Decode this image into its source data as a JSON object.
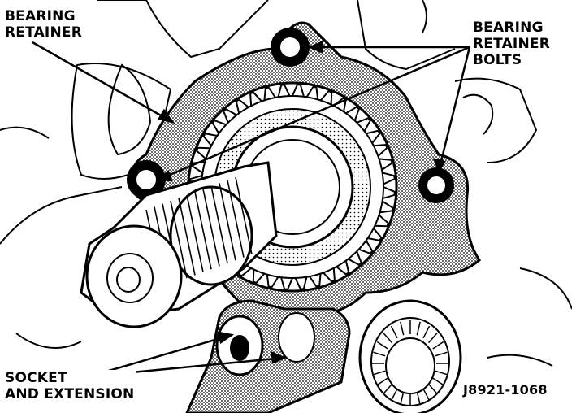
{
  "labels": {
    "bearing_retainer": [
      "BEARING",
      "RETAINER"
    ],
    "bearing_retainer_bolts": [
      "BEARING",
      "RETAINER",
      "BOLTS"
    ],
    "socket_and_extension": [
      "SOCKET",
      "AND EXTENSION"
    ],
    "figure_code": "J8921-1068"
  },
  "colors": {
    "ink": "#000000",
    "paper": "#ffffff",
    "stipple": "#6e6e6e"
  }
}
